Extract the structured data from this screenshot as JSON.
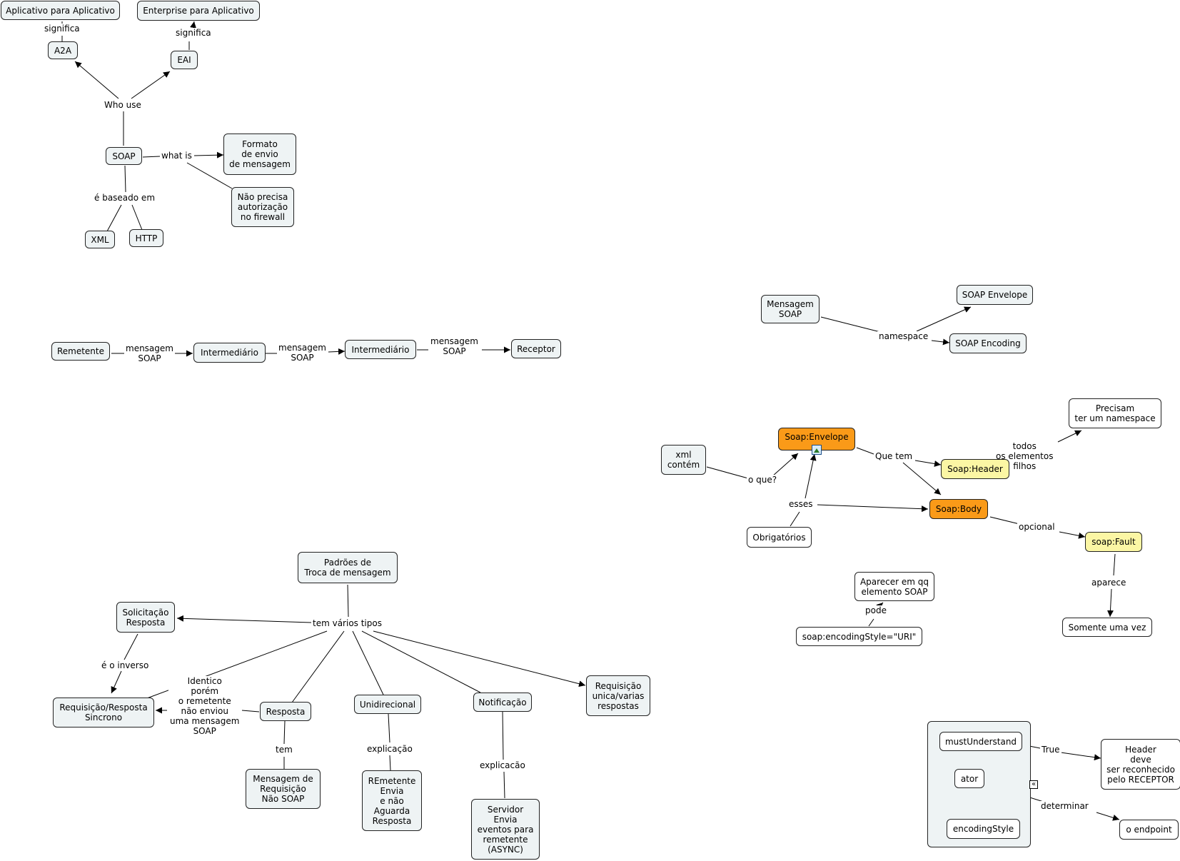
{
  "nodes": {
    "app_para_app": "Aplicativo para Aplicativo",
    "enterprise_para_app": "Enterprise para Aplicativo",
    "a2a": "A2A",
    "eai": "EAI",
    "soap": "SOAP",
    "formato": "Formato\nde envio\nde mensagem",
    "nao_precisa": "Não precisa\nautorização\nno firewall",
    "xml": "XML",
    "http": "HTTP",
    "remetente": "Remetente",
    "intermediario_1": "Intermediário",
    "intermediario_2": "Intermediário",
    "receptor": "Receptor",
    "mensagem_soap": "Mensagem\nSOAP",
    "soap_envelope_ns": "SOAP Envelope",
    "soap_encoding_ns": "SOAP Encoding",
    "precisam": "Precisam\nter um namespace",
    "xml_contem": "xml\ncontém",
    "soap_envelope": "Soap:Envelope",
    "soap_header": "Soap:Header",
    "soap_body": "Soap:Body",
    "obrigatorios": "Obrigatórios",
    "soap_fault": "soap:Fault",
    "somente_uma_vez": "Somente uma vez",
    "aparecer_qq": "Aparecer em qq\nelemento SOAP",
    "encoding_style_uri": "soap:encodingStyle=\"URI\"",
    "padroes": "Padrões de\nTroca de mensagem",
    "solicitacao": "Solicitação\nResposta",
    "req_resp_sincrono": "Requisição/Resposta\nSincrono",
    "resposta": "Resposta",
    "unidirecional": "Unidirecional",
    "notificacao": "Notificação",
    "req_unica": "Requisição\nunica/varias\nrespostas",
    "msg_req_nao_soap": "Mensagem de\nRequisição\nNão SOAP",
    "remetente_envia": "REmetente\nEnvia\ne não\nAguarda\nResposta",
    "servidor_envia": "Servidor\nEnvia\neventos para\nremetente\n(ASYNC)",
    "must_understand": "mustUnderstand",
    "ator": "ator",
    "encoding_style": "encodingStyle",
    "header_deve": "Header\ndeve\nser reconhecido\npelo RECEPTOR",
    "o_endpoint": "o endpoint"
  },
  "links": {
    "significa_1": "significa",
    "significa_2": "significa",
    "who_use": "Who use",
    "what_is": "what is",
    "baseado_em": "é baseado em",
    "mensagem_soap_1": "mensagem\nSOAP",
    "mensagem_soap_2": "mensagem\nSOAP",
    "mensagem_soap_3": "mensagem\nSOAP",
    "namespace": "namespace",
    "que_tem": "Que tem",
    "todos_elementos": "todos\nos elementos\nfilhos",
    "o_que": "o que?",
    "esses": "esses",
    "opcional": "opcional",
    "aparece": "aparece",
    "pode": "pode",
    "tem_varios_tipos": "tem vários tipos",
    "e_o_inverso": "é o inverso",
    "identico": "Identico\nporém\no remetente\nnão enviou\numa mensagem\nSOAP",
    "tem": "tem",
    "explicacao": "explicação",
    "explicacao_2": "explicacão",
    "true_lbl": "True",
    "determinar": "determinar"
  },
  "icons": [
    "image-icon",
    "collapse-icon"
  ]
}
